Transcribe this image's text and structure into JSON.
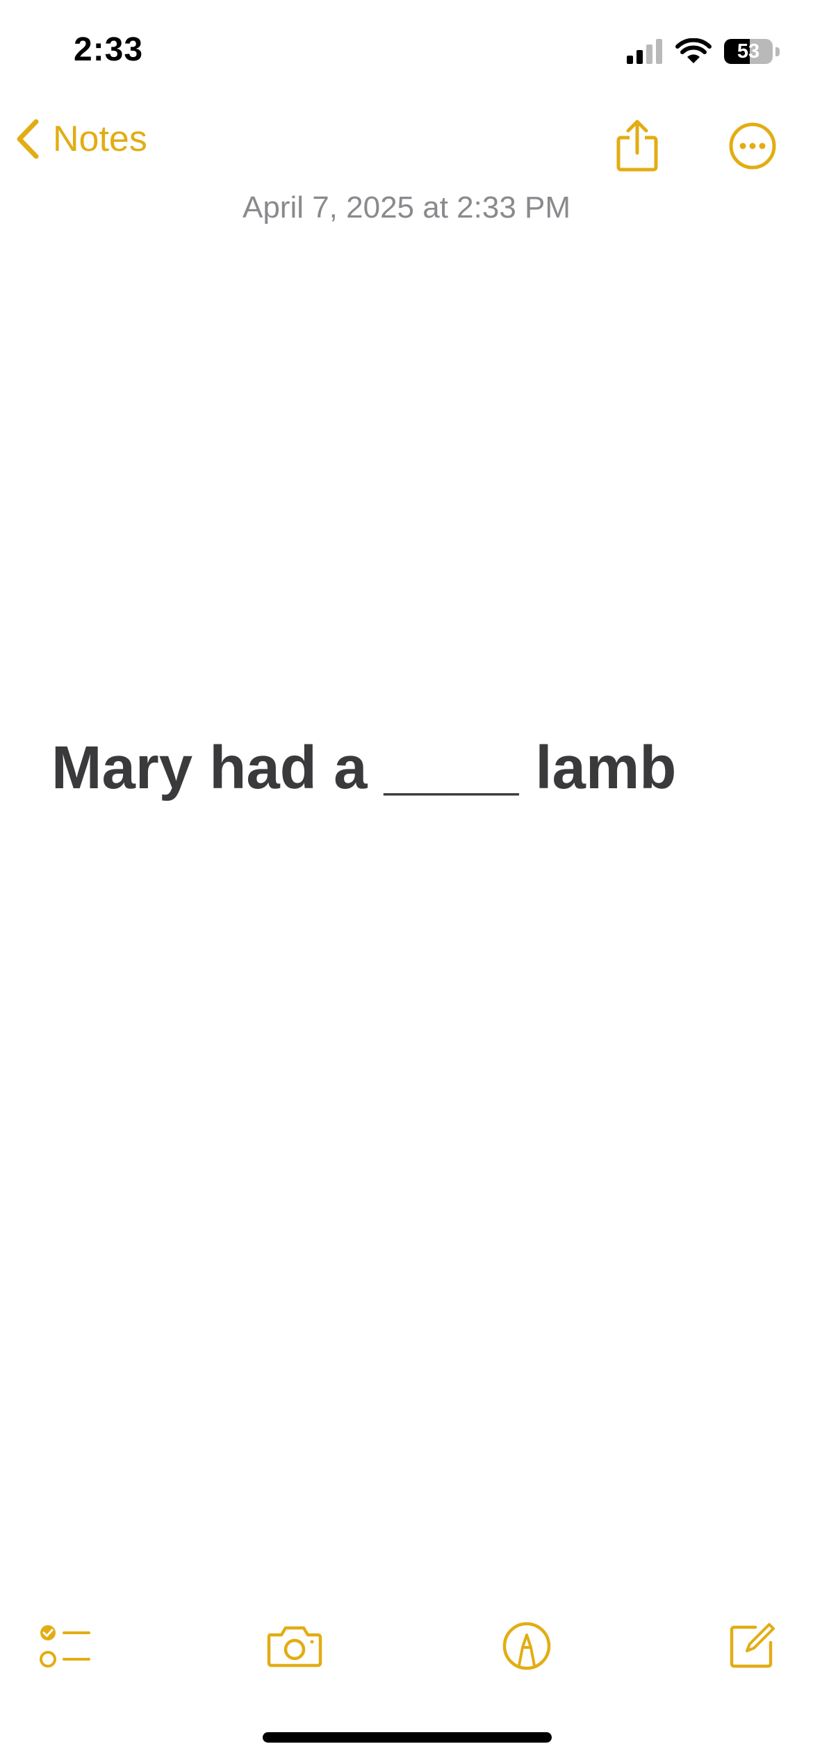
{
  "status_bar": {
    "time": "2:33",
    "battery_level": "53",
    "battery_fraction": 0.53
  },
  "nav": {
    "back_label": "Notes",
    "share_icon": "share-icon",
    "more_icon": "ellipsis-circle-icon"
  },
  "note": {
    "date": "April 7, 2025 at 2:33 PM",
    "body": "Mary had a ____ lamb"
  },
  "toolbar": {
    "icons": [
      "checklist-icon",
      "camera-icon",
      "markup-icon",
      "compose-icon"
    ]
  },
  "colors": {
    "accent": "#e2ad14",
    "date_text": "#8a8a8e",
    "body_text": "#3a3a3c",
    "background": "#ffffff"
  }
}
